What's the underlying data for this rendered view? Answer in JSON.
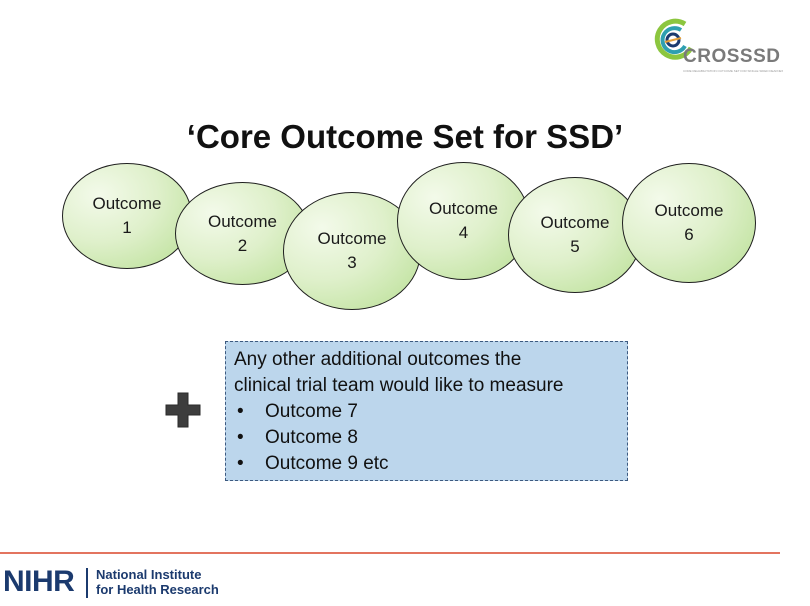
{
  "logo": {
    "name": "CROSSSD",
    "tagline": "CORE REHABILITATION OUTCOME SET FOR SINGLE SIDED DEAFNESS"
  },
  "title": "‘Core Outcome Set for SSD’",
  "outcomes": [
    {
      "word": "Outcome",
      "num": "1"
    },
    {
      "word": "Outcome",
      "num": "2"
    },
    {
      "word": "Outcome",
      "num": "3"
    },
    {
      "word": "Outcome",
      "num": "4"
    },
    {
      "word": "Outcome",
      "num": "5"
    },
    {
      "word": "Outcome",
      "num": "6"
    }
  ],
  "additional": {
    "heading_line1": "Any other additional outcomes the",
    "heading_line2": "clinical trial team would like to measure",
    "bullet": "•",
    "items": [
      "Outcome 7",
      "Outcome 8",
      "Outcome 9 etc"
    ]
  },
  "footer": {
    "mark": "NIHR",
    "line1": "National Institute",
    "line2": "for Health Research"
  },
  "colors": {
    "oval_fill": "#c9e7a8",
    "box_fill": "#bcd6ec",
    "rule": "#e3745f",
    "nihr_blue": "#1b3a6e"
  }
}
